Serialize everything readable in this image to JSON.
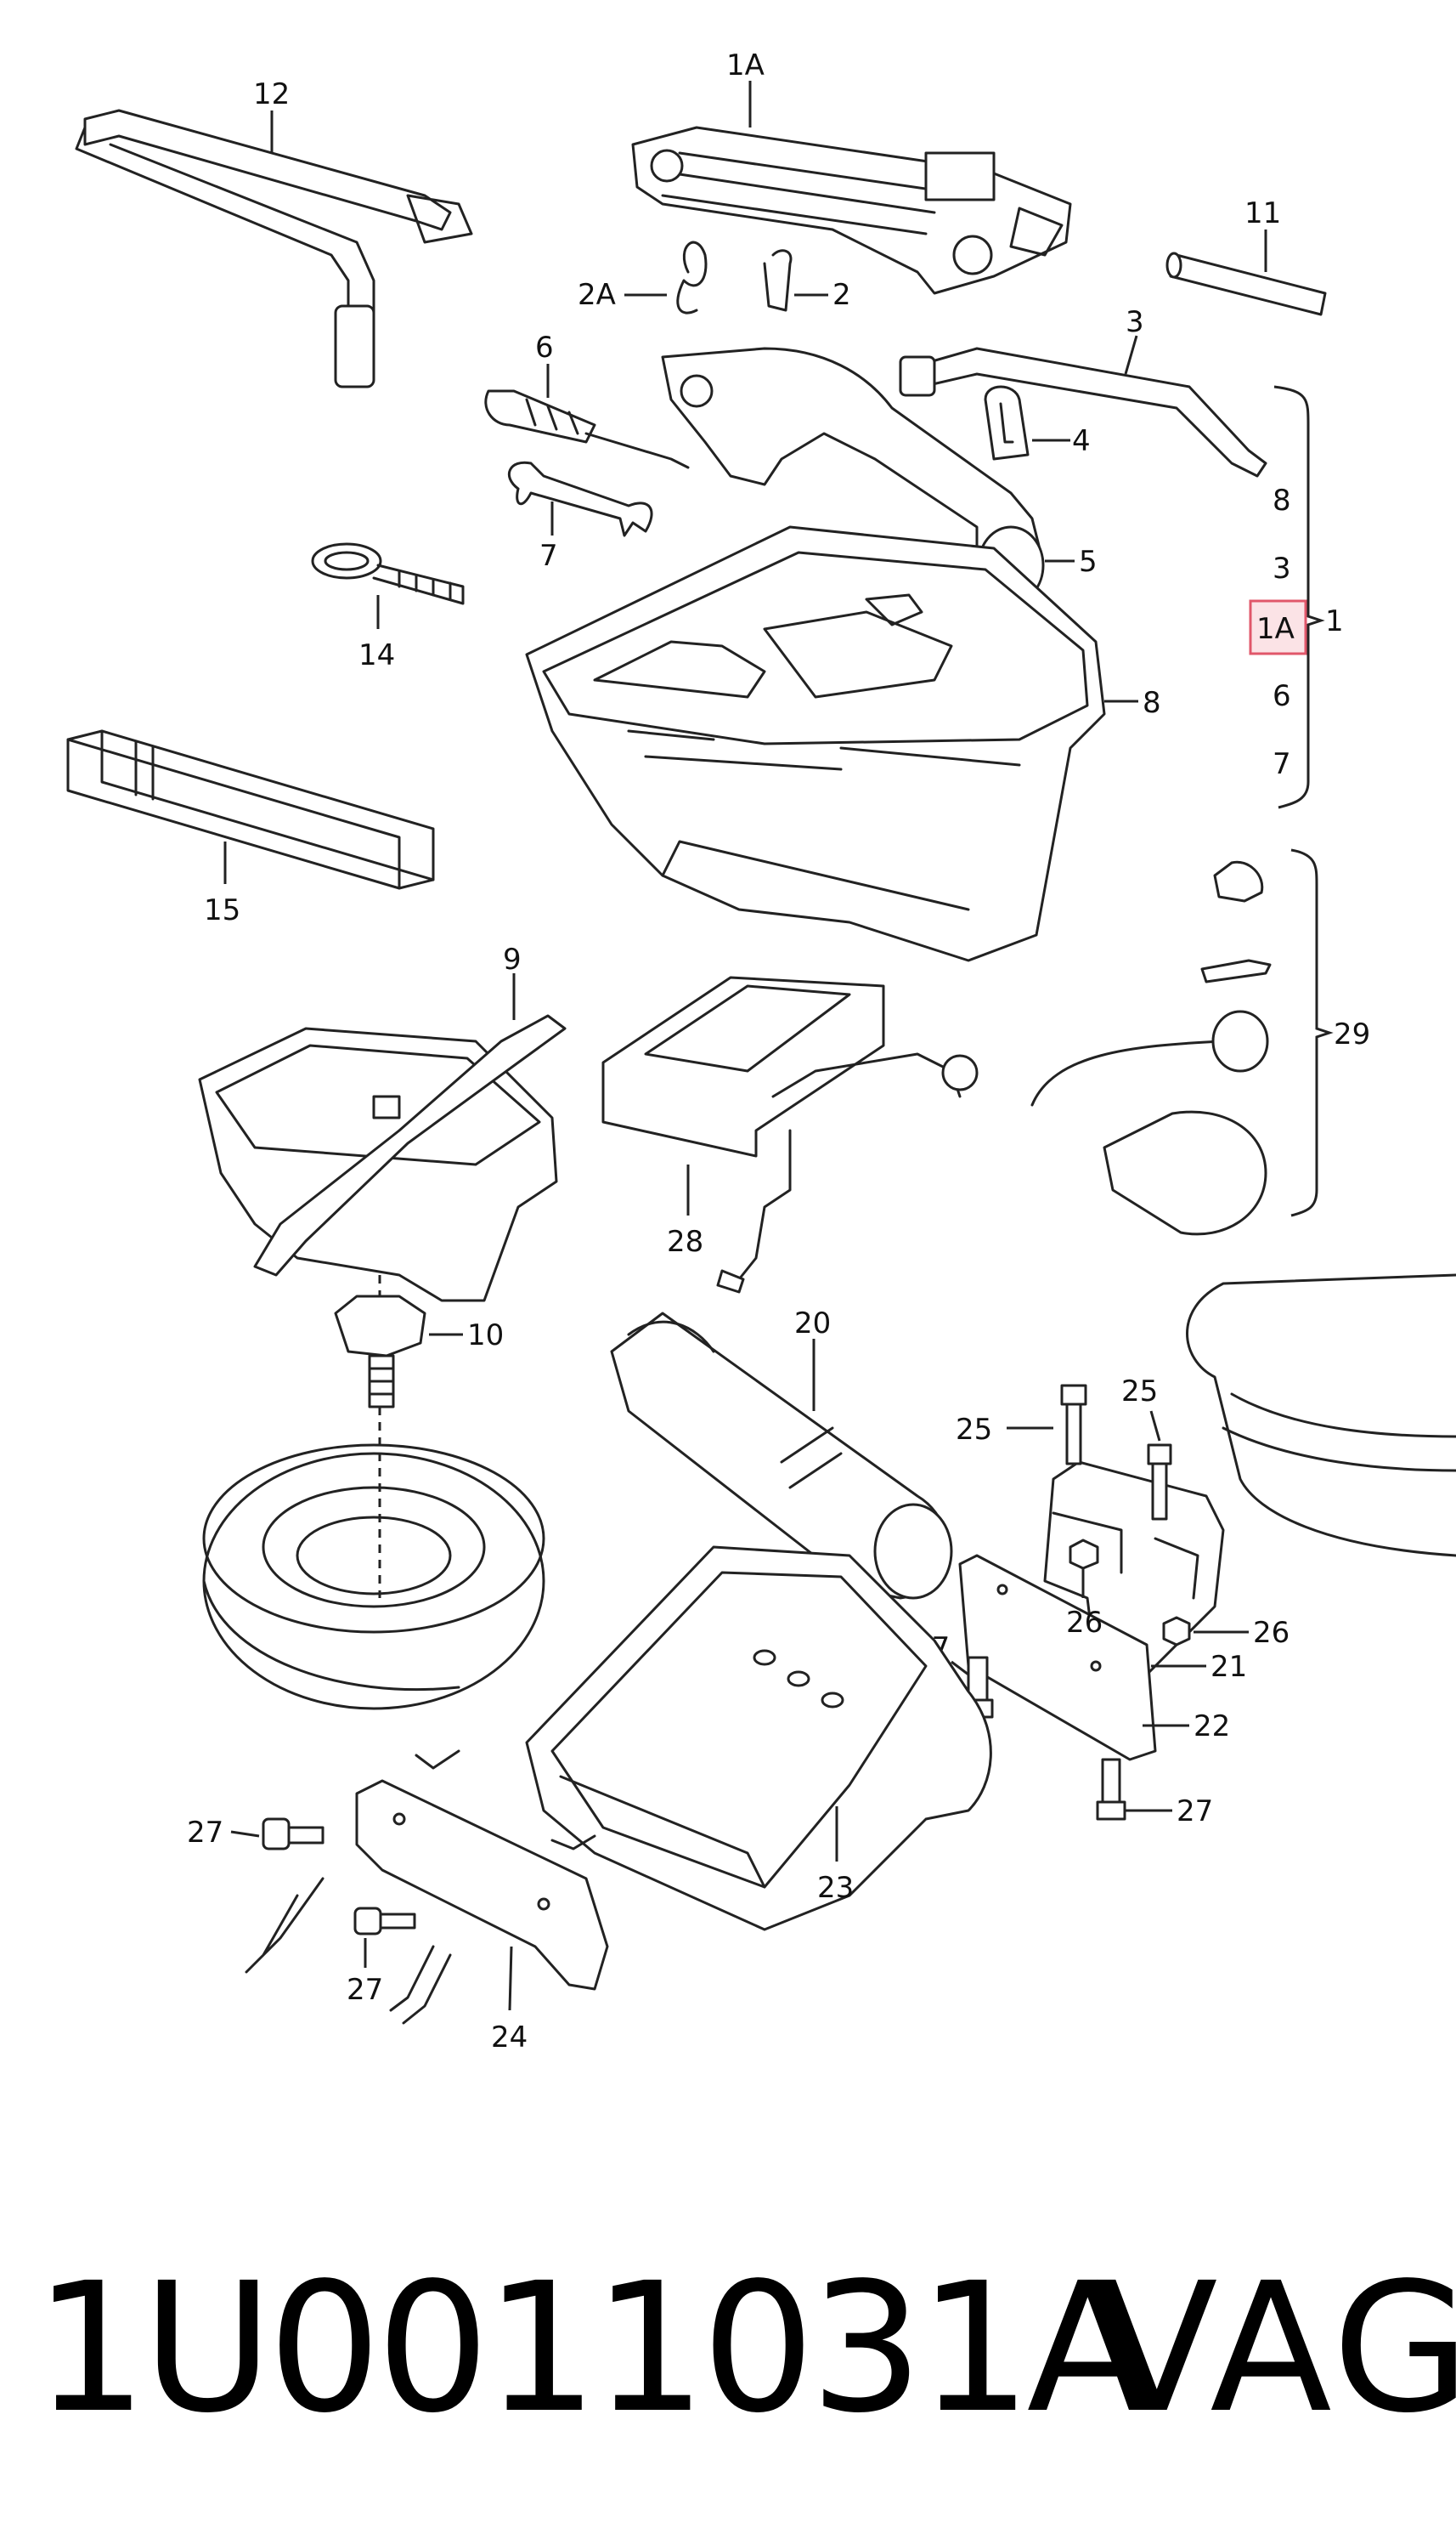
{
  "callouts": {
    "c1A_top": "1A",
    "c12": "12",
    "c11": "11",
    "c2A": "2A",
    "c2": "2",
    "c3": "3",
    "c6": "6",
    "c4": "4",
    "c7": "7",
    "c5": "5",
    "c14": "14",
    "c8": "8",
    "c15": "15",
    "c9": "9",
    "c28": "28",
    "c29": "29",
    "c10": "10",
    "c20": "20",
    "c25a": "25",
    "c25b": "25",
    "c26a": "26",
    "c26b": "26",
    "c27a": "27",
    "c21": "21",
    "c22": "22",
    "c27b": "27",
    "c27c": "27",
    "c23": "23",
    "c27d": "27",
    "c24": "24"
  },
  "set_group": {
    "items": [
      "8",
      "3",
      "1A",
      "6",
      "7"
    ],
    "highlighted": "1A",
    "label": "1",
    "highlight_color": "#e0576a"
  },
  "footer": {
    "part_number": "1U0011031A",
    "brand": "VAG"
  }
}
